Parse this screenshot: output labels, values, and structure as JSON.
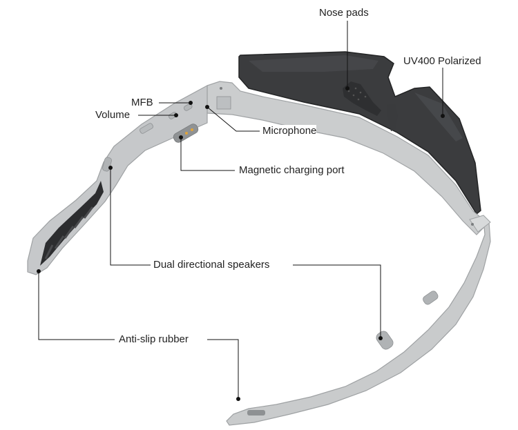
{
  "labels": {
    "nose_pads": "Nose pads",
    "uv400": "UV400 Polarized",
    "mfb": "MFB",
    "volume": "Volume",
    "microphone": "Microphone",
    "magnetic_port": "Magnetic charging port",
    "speakers": "Dual directional speakers",
    "anti_slip": "Anti-slip rubber"
  },
  "colors": {
    "frame": "#c9cbcc",
    "frame_edge": "#9ea1a3",
    "lens": "#3a3b3d",
    "rubber": "#2b2c2e",
    "leader_line": "#111111"
  }
}
